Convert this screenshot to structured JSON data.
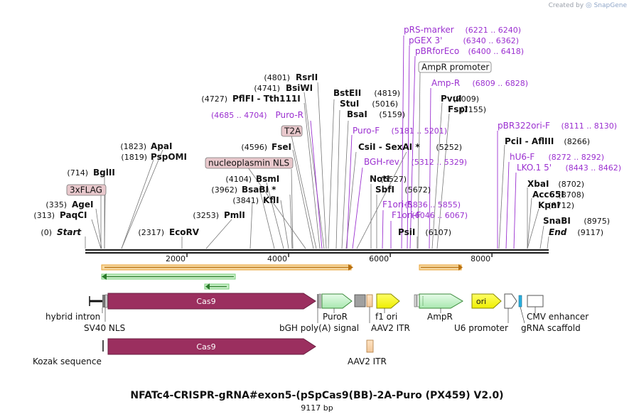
{
  "credit": {
    "prefix": "Created by",
    "logo": "◎",
    "brand": "SnapGene"
  },
  "title": "NFATc4-CRISPR-gRNA#exon5-(pSpCas9(BB)-2A-Puro (PX459) V2.0)",
  "size_label": "9117 bp",
  "colors": {
    "feature_label": "#9b30d0",
    "enzyme_label": "#111111",
    "cas9": "#9b2f5f",
    "orf_band": "#e8a030",
    "primer_fwd": "#f0b040",
    "primer_rev": "#4caf50",
    "ampr": "#c8f5cc",
    "ori": "#ffff00",
    "f1ori": "#ffff00",
    "itr": "#f7d7b0",
    "neutral_box": "#a0a0a0"
  },
  "axis": {
    "total_bp": 9117,
    "ticks": [
      2000,
      4000,
      6000,
      8000
    ]
  },
  "sites": [
    {
      "id": "s1",
      "name": "Start",
      "pos": "(0)",
      "italic": true
    },
    {
      "id": "s2",
      "name": "PaqCI",
      "pos": "(313)"
    },
    {
      "id": "s3",
      "name": "AgeI",
      "pos": "(335)"
    },
    {
      "id": "s4",
      "name": "BglII",
      "pos": "(714)"
    },
    {
      "id": "s5",
      "name": "PspOMI",
      "pos": "(1819)"
    },
    {
      "id": "s6",
      "name": "ApaI",
      "pos": "(1823)"
    },
    {
      "id": "s7",
      "name": "EcoRV",
      "pos": "(2317)"
    },
    {
      "id": "s8",
      "name": "PmlI",
      "pos": "(3253)"
    },
    {
      "id": "s9",
      "name": "KflI",
      "pos": "(3841)"
    },
    {
      "id": "s10",
      "name": "BsaBI *",
      "pos": "(3962)"
    },
    {
      "id": "s11",
      "name": "BsmI",
      "pos": "(4104)"
    },
    {
      "id": "s12",
      "name": "FseI",
      "pos": "(4596)"
    },
    {
      "id": "s13",
      "name": "PflFI  -  Tth111I",
      "pos": "(4727)"
    },
    {
      "id": "s14",
      "name": "BsiWI",
      "pos": "(4741)"
    },
    {
      "id": "s15",
      "name": "RsrII",
      "pos": "(4801)"
    },
    {
      "id": "s16",
      "name": "BstEII",
      "pos": "(4819)"
    },
    {
      "id": "s17",
      "name": "StuI",
      "pos": "(5016)"
    },
    {
      "id": "s18",
      "name": "BsaI",
      "pos": "(5159)"
    },
    {
      "id": "s19",
      "name": "CsiI  -  SexAI *",
      "pos": "(5252)"
    },
    {
      "id": "s20",
      "name": "NotI",
      "pos": "(5527)"
    },
    {
      "id": "s21",
      "name": "SbfI",
      "pos": "(5672)"
    },
    {
      "id": "s22",
      "name": "PsiI",
      "pos": "(6107)"
    },
    {
      "id": "s23",
      "name": "PvuI",
      "pos": "(7009)"
    },
    {
      "id": "s24",
      "name": "FspI",
      "pos": "(7155)"
    },
    {
      "id": "s25",
      "name": "PciI  -  AflIII",
      "pos": "(8266)"
    },
    {
      "id": "s26",
      "name": "XbaI",
      "pos": "(8702)"
    },
    {
      "id": "s27",
      "name": "Acc65I",
      "pos": "(8708)"
    },
    {
      "id": "s28",
      "name": "KpnI",
      "pos": "(8712)"
    },
    {
      "id": "s29",
      "name": "SnaBI",
      "pos": "(8975)"
    },
    {
      "id": "s30",
      "name": "End",
      "pos": "(9117)",
      "italic": true
    }
  ],
  "primers": [
    {
      "id": "p1",
      "name": "Puro-R",
      "range": "(4685 .. 4704)"
    },
    {
      "id": "p2",
      "name": "Puro-F",
      "range": "(5181 .. 5201)"
    },
    {
      "id": "p3",
      "name": "BGH-rev",
      "range": "(5312 .. 5329)"
    },
    {
      "id": "p4",
      "name": "F1ori-R",
      "range": "(5836 .. 5855)"
    },
    {
      "id": "p5",
      "name": "F1ori-F",
      "range": "(6046 .. 6067)"
    },
    {
      "id": "p6",
      "name": "pRS-marker",
      "range": "(6221 .. 6240)"
    },
    {
      "id": "p7",
      "name": "pGEX 3'",
      "range": "(6340 .. 6362)"
    },
    {
      "id": "p8",
      "name": "pBRforEco",
      "range": "(6400 .. 6418)"
    },
    {
      "id": "p9",
      "name": "Amp-R",
      "range": "(6809 .. 6828)"
    },
    {
      "id": "p10",
      "name": "pBR322ori-F",
      "range": "(8111 .. 8130)"
    },
    {
      "id": "p11",
      "name": "hU6-F",
      "range": "(8272 .. 8292)"
    },
    {
      "id": "p12",
      "name": "LKO.1 5'",
      "range": "(8443 .. 8462)"
    }
  ],
  "boxed_labels": [
    {
      "id": "b1",
      "text": "3xFLAG"
    },
    {
      "id": "b2",
      "text": "nucleoplasmin NLS"
    },
    {
      "id": "b3",
      "text": "T2A"
    },
    {
      "id": "b4",
      "text": "AmpR promoter"
    }
  ],
  "features": {
    "cas9": "Cas9",
    "ori": "ori",
    "below": [
      {
        "id": "f1",
        "text": "hybrid intron"
      },
      {
        "id": "f2",
        "text": "SV40 NLS"
      },
      {
        "id": "f3",
        "text": "bGH poly(A) signal"
      },
      {
        "id": "f4",
        "text": "PuroR"
      },
      {
        "id": "f5",
        "text": "f1 ori"
      },
      {
        "id": "f6",
        "text": "AAV2 ITR"
      },
      {
        "id": "f7",
        "text": "AmpR"
      },
      {
        "id": "f8",
        "text": "U6 promoter"
      },
      {
        "id": "f9",
        "text": "CMV enhancer"
      },
      {
        "id": "f10",
        "text": "gRNA scaffold"
      },
      {
        "id": "f11",
        "text": "Kozak sequence"
      },
      {
        "id": "f12",
        "text": "AAV2 ITR"
      }
    ]
  }
}
